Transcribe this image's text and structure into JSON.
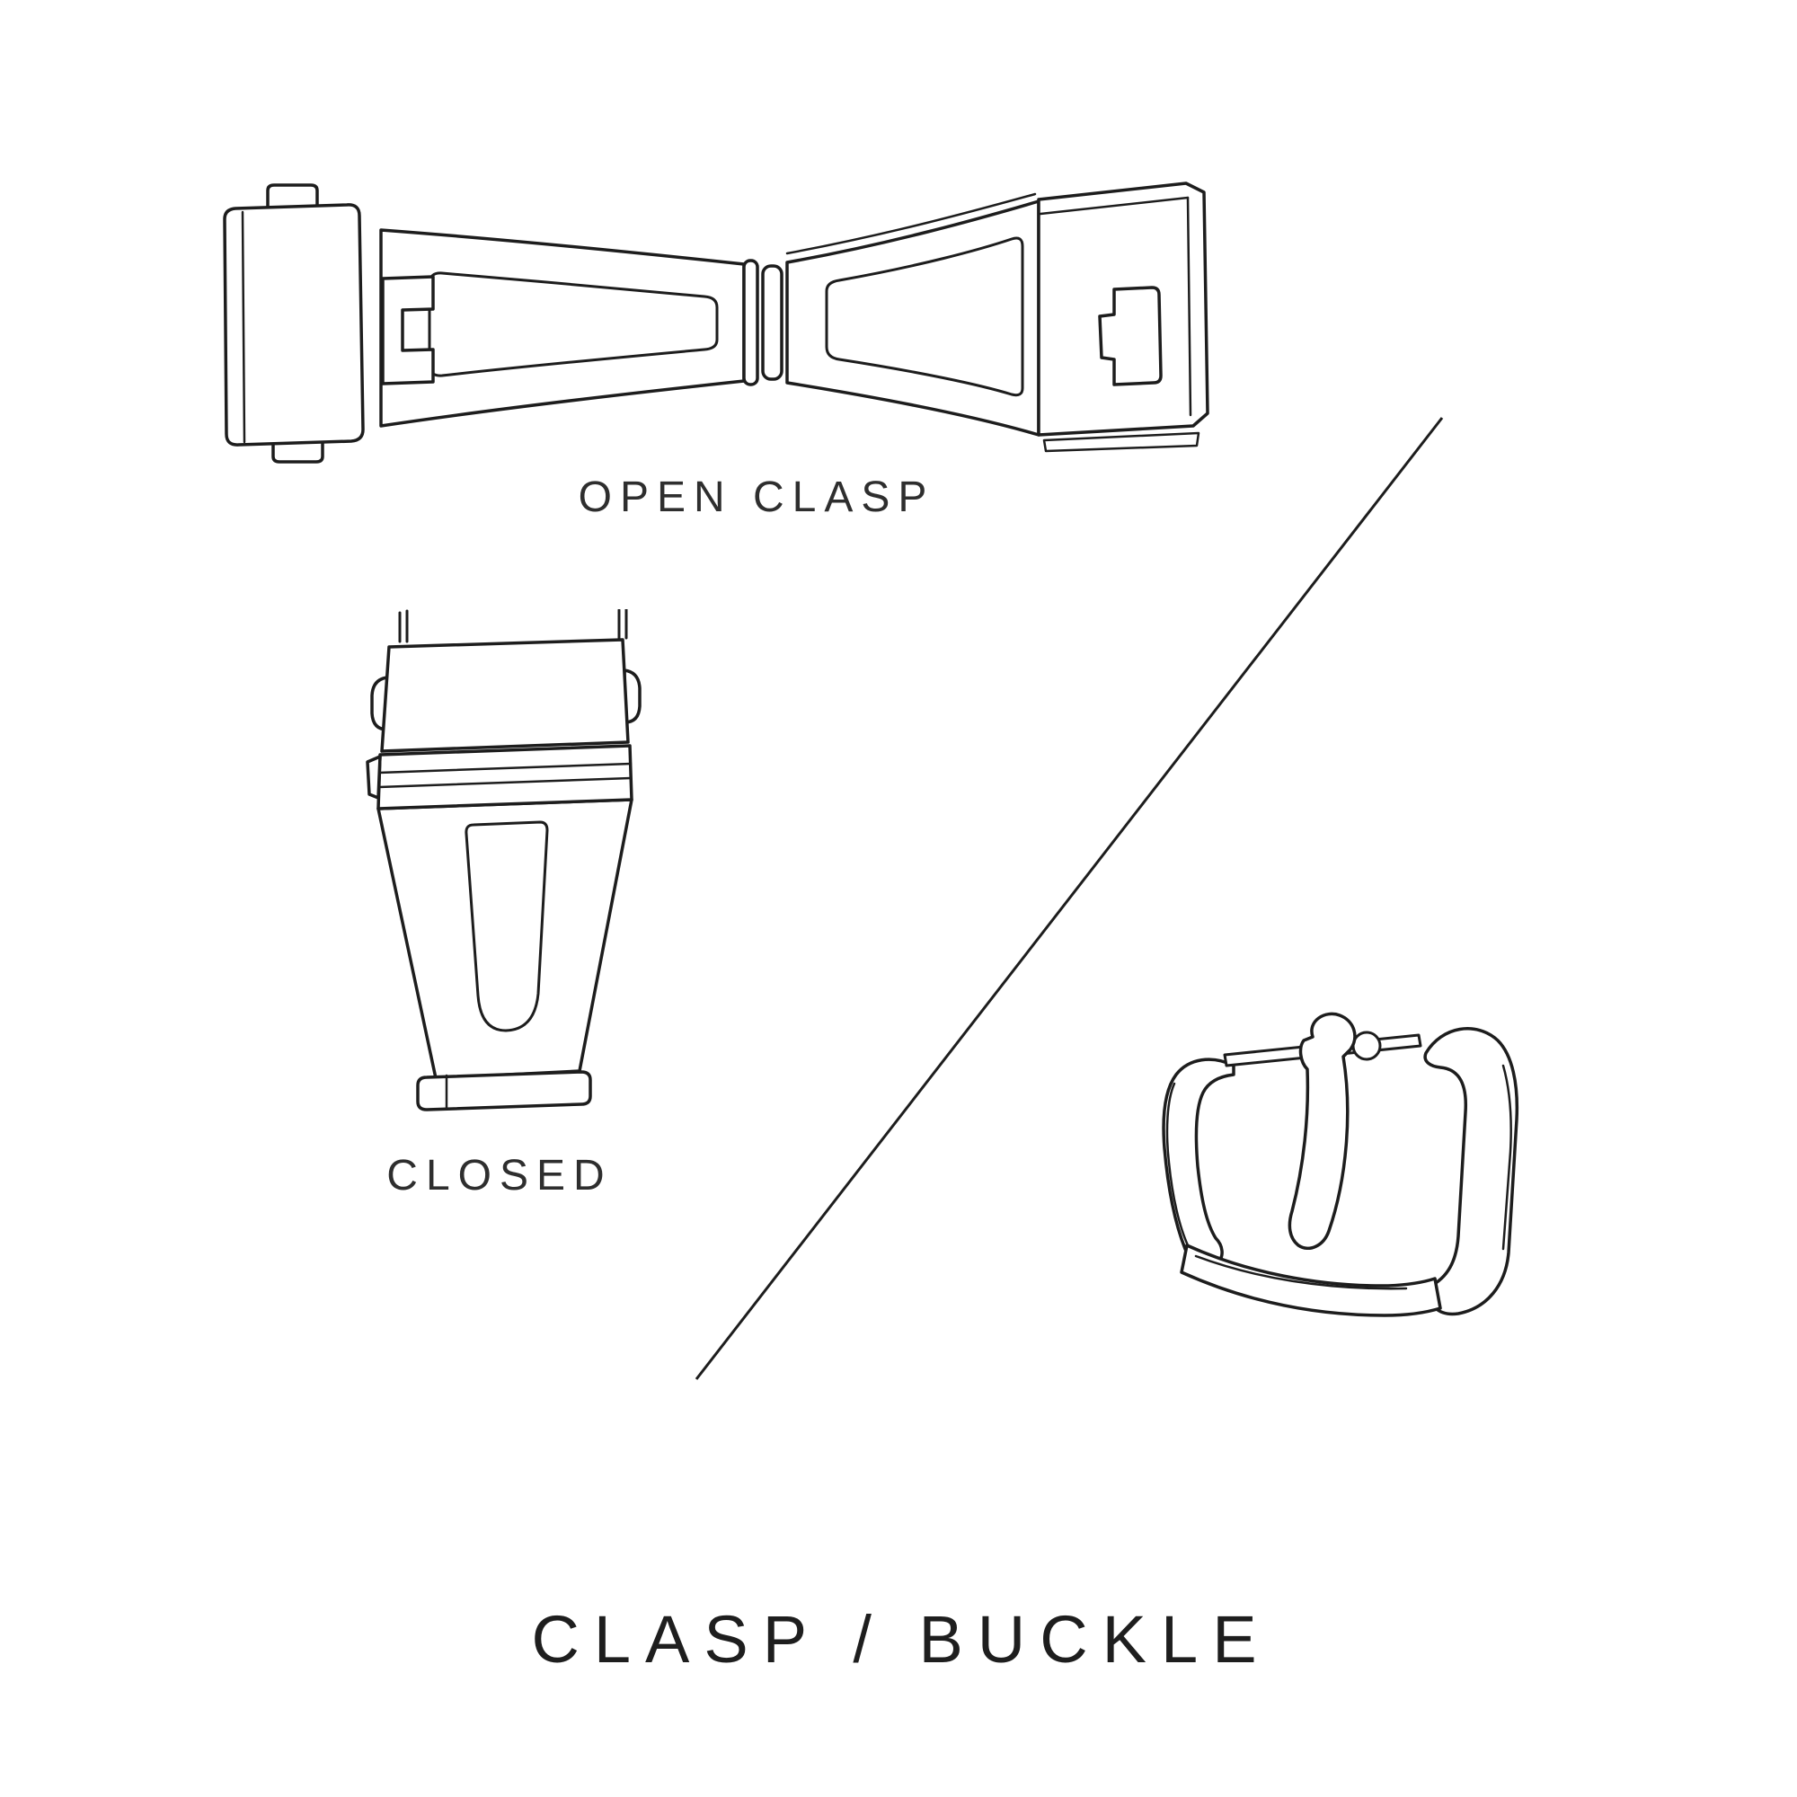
{
  "page": {
    "background": "#ffffff",
    "line_color": "#1d1d1d",
    "text_color": "#2e2e2e"
  },
  "labels": {
    "open_clasp": "OPEN CLASP",
    "closed": "CLOSED",
    "title": "CLASP / BUCKLE"
  },
  "icons": {
    "open_clasp_illustration": "deployant-clasp-open-top-view",
    "closed_clasp_illustration": "deployant-clasp-closed-front-view",
    "buckle_illustration": "tang-buckle-perspective",
    "divider": "diagonal-divider-line"
  }
}
